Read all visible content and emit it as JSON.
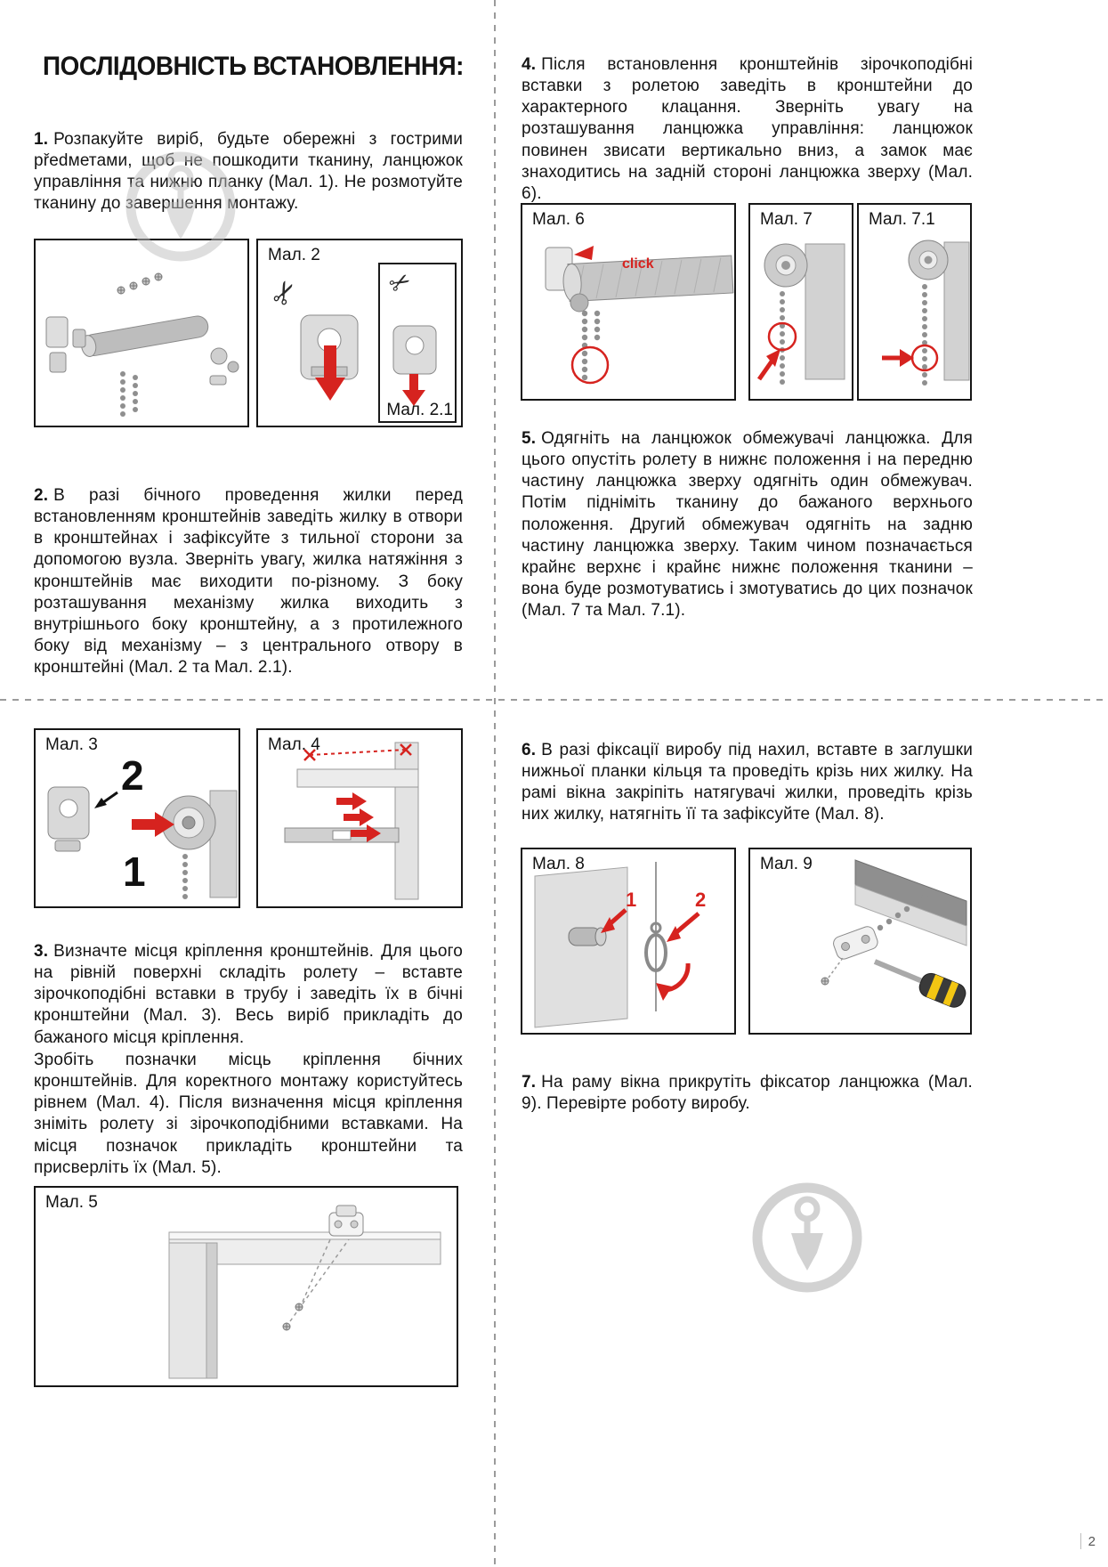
{
  "title": "ПОСЛІДОВНІСТЬ ВСТАНОВЛЕННЯ:",
  "page_number": "2",
  "icons": {
    "scissors": "✂"
  },
  "colors": {
    "accent_red": "#d6231f",
    "divider_gray": "#9b9b9b",
    "watermark_gray": "#bfbfbf"
  },
  "steps": {
    "s1": {
      "num": "1.",
      "text": "Розпакуйте виріб, будьте обережні з гострими předметами, щоб не пошкодити тканину, ланцюжок управління та нижню планку (Мал. 1). Не розмотуйте тканину до завершення монтажу."
    },
    "s2": {
      "num": "2.",
      "text": "В разі бічного проведення жилки перед встановленням кронштейнів заведіть жилку в отвори в кронштейнах і зафіксуйте з тильної сторони за допомогою вузла. Зверніть увагу, жилка натяжіння з кронштейнів має виходити по-різному. З боку розташування механізму жилка виходить з внутрішнього боку кронштейну, а з протилежного боку від механізму – з центрального отвору в кронштейні (Мал. 2 та Мал. 2.1)."
    },
    "s3a": {
      "num": "3.",
      "text": "Визначте місця кріплення кронштейнів. Для цього на рівній поверхні складіть ролету – вставте зірочкоподібні вставки в трубу і заведіть їх в бічні кронштейни (Мал. 3). Весь виріб прикладіть до бажаного місця кріплення."
    },
    "s3b": {
      "text": "Зробіть позначки місць кріплення бічних кронштейнів. Для коректного монтажу користуйтесь рівнем (Мал. 4). Після визначення місця кріплення зніміть ролету зі зірочкоподібними вставками. На місця позначок прикладіть кронштейни та присверліть їх (Мал. 5)."
    },
    "s4": {
      "num": "4.",
      "text": "Після встановлення кронштейнів зірочкоподібні вставки з ролетою заведіть в кронштейни до характерного клацання. Зверніть увагу на розташування ланцюжка управління: ланцюжок повинен звисати вертикально вниз, а замок має знаходитись на задній стороні ланцюжка зверху (Мал. 6)."
    },
    "s5": {
      "num": "5.",
      "text": "Одягніть на ланцюжок обмежувачі ланцюжка. Для цього опустіть ролету в нижнє положення і на передню частину ланцюжка зверху одягніть один обмежувач. Потім підніміть тканину до бажаного верхнього положення. Другий обмежувач одягніть на задню частину ланцюжка зверху. Таким чином позначається крайнє верхнє і крайнє нижнє положення тканини – вона буде розмотуватись і змотуватись до цих позначок (Мал. 7 та Мал. 7.1)."
    },
    "s6": {
      "num": "6.",
      "text": "В разі фіксації виробу під нахил, вставте в заглушки нижньої планки кільця та проведіть крізь них жилку. На рамі вікна закріпіть натягувачі жилки, проведіть крізь них жилку, натягніть її та зафіксуйте (Мал. 8)."
    },
    "s7": {
      "num": "7.",
      "text": "На раму вікна прикрутіть фіксатор ланцюжка (Мал. 9). Перевірте роботу виробу."
    }
  },
  "figures": {
    "fig2": "Мал. 2",
    "fig2_1": "Мал. 2.1",
    "fig3": "Мал. 3",
    "fig4": "Мал. 4",
    "fig5": "Мал. 5",
    "fig6": "Мал. 6",
    "fig7": "Мал. 7",
    "fig7_1": "Мал. 7.1",
    "fig8": "Мал. 8",
    "fig9": "Мал. 9",
    "click_label": "click",
    "fig3_step2": "2",
    "fig3_step1": "1",
    "fig8_step1": "1",
    "fig8_step2": "2"
  }
}
